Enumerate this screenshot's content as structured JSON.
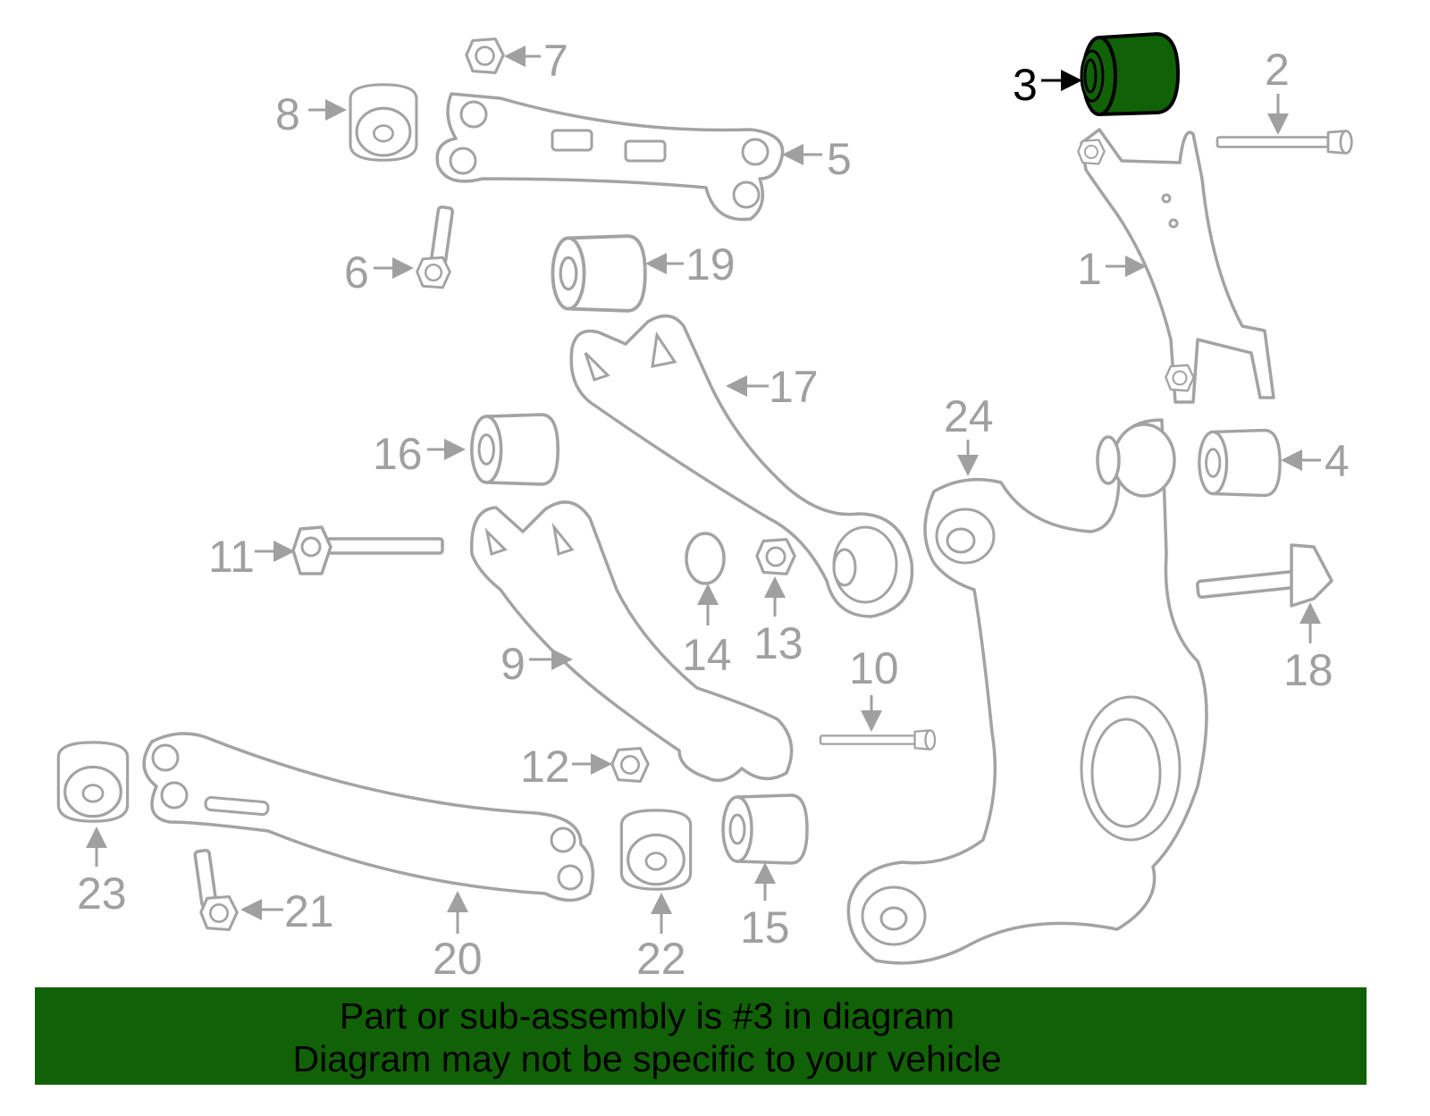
{
  "diagram": {
    "highlighted_part": "3",
    "highlight_color": "#116206",
    "line_color": "#a3a3a3",
    "callouts": {
      "c1": "1",
      "c2": "2",
      "c3": "3",
      "c4": "4",
      "c5": "5",
      "c6": "6",
      "c7": "7",
      "c8": "8",
      "c9": "9",
      "c10": "10",
      "c11": "11",
      "c12": "12",
      "c13": "13",
      "c14": "14",
      "c15": "15",
      "c16": "16",
      "c17": "17",
      "c18": "18",
      "c19": "19",
      "c20": "20",
      "c21": "21",
      "c22": "22",
      "c23": "23",
      "c24": "24"
    }
  },
  "banner": {
    "line1": "Part or sub-assembly is #3 in diagram",
    "line2": "Diagram may not be specific to your vehicle",
    "background": "#116206"
  }
}
